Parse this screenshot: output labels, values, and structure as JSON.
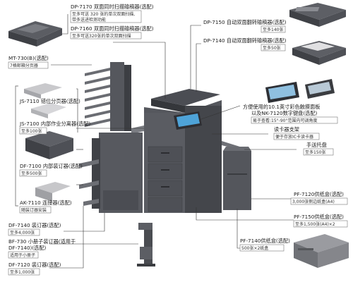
{
  "colors": {
    "machine_dark": "#4a4c52",
    "machine_mid": "#6c6e75",
    "tray_light": "#e6e6e8",
    "line": "#333333",
    "text": "#222222"
  },
  "callouts": {
    "dp7170": {
      "title": "DP-7170 双面同时扫描输稿器(选配)",
      "line1": "至多可送 320 张的单次双面扫描,",
      "line2": "带多送进检测功能"
    },
    "dp7160": {
      "title": "DP-7160 双面同时扫描输稿器(选配)",
      "line1": "至多可送320张的单次双面扫描"
    },
    "dp7150": {
      "title": "DP-7150 自动双面翻转输稿器(选配)",
      "line1": "至多140张"
    },
    "dp7140": {
      "title": "DP-7140 自动双面翻转输稿器(选配)",
      "line1": "至多50张"
    },
    "mt730": {
      "title": "MT-730(B)(选配)",
      "line1": "7格邮箱分页器"
    },
    "js7110": {
      "title": "JS-7110 错位分页器(选配)"
    },
    "js7100": {
      "title": "JS-7100 内部作业分离器(选配)",
      "line1": "至多100张"
    },
    "df7100": {
      "title": "DF-7100 内部装订器(选配)",
      "line1": "至多500张"
    },
    "ak7110": {
      "title": "AK-7110 连接器(选配)",
      "line1": "随装订器安装"
    },
    "df7140": {
      "title": "DF-7140 装订器(选配)",
      "line1": "至多4,000张"
    },
    "bf730": {
      "title_line1": "BF-730 小册子装订器(适用于",
      "title_line2": "DF-7140)(选配)",
      "line1": "适用于小册子"
    },
    "df7120": {
      "title": "DF-7120 装订器(选配)",
      "line1": "至多1,000张"
    },
    "panel": {
      "title_line1": "方便使用的10.1英寸彩色触摸面板",
      "title_line2": "以及NK-7120数字键盘(选配)",
      "line1": "易于查看:15°-90°范围内可调角度"
    },
    "card": {
      "title": "读卡器支架",
      "line1": "便于存放IC卡读卡器"
    },
    "bypass": {
      "title": "手送托盘",
      "line1": "至多150张"
    },
    "pf7120": {
      "title": "PF-7120供纸盒(选配)",
      "line1": "3,000张侧边纸盒(A4)"
    },
    "pf7150": {
      "title": "PF-7150供纸盒(选配)",
      "line1": "至多1,500张(A4)×2"
    },
    "pf7140": {
      "title": "PF-7140供纸盒(选配)",
      "line1": "500张×2纸盒"
    }
  }
}
